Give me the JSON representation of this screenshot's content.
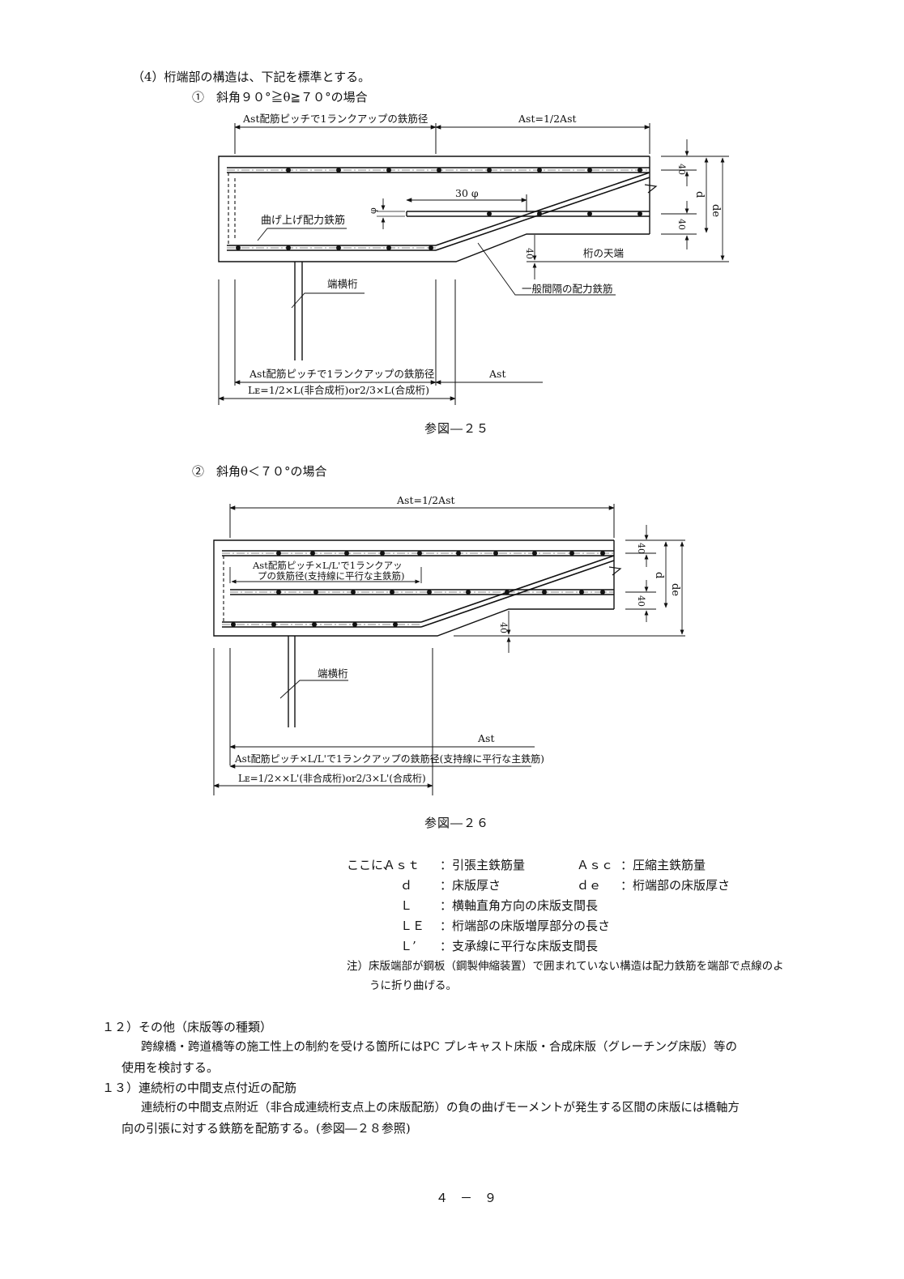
{
  "header": {
    "section": "（4）桁端部の構造は、下記を標準とする。",
    "case1": "①　斜角９０°≧θ≧７０°の場合",
    "case2": "②　斜角θ＜７０°の場合"
  },
  "fig25": {
    "caption": "参図―２５",
    "top_left_dim": "Ast配筋ピッチで1ランクアップの鉄筋径",
    "top_right_dim": "Ast=1/2Ast",
    "dim_30phi": "30 φ",
    "phi": "φ",
    "bent_label": "曲げ上げ配力鉄筋",
    "dim_40_a": "40",
    "dim_40_b": "40",
    "dim_40_c": "40",
    "d": "d",
    "de": "de",
    "girder_top": "桁の天端",
    "cross_beam": "端横桁",
    "general_bar": "一般間隔の配力鉄筋",
    "bottom_dim": "Ast配筋ピッチで1ランクアップの鉄筋径",
    "bottom_ast": "Ast",
    "le_dim": "Lᴇ=1/2×L(非合成桁)or2/3×L(合成桁)"
  },
  "fig26": {
    "caption": "参図―２６",
    "top_dim": "Ast=1/2Ast",
    "inner_label_1": "Ast配筋ピッチ×L/L'で1ランクアッ",
    "inner_label_2": "プの鉄筋径(支持線に平行な主鉄筋)",
    "dim_40_a": "40",
    "dim_40_b": "40",
    "dim_40_c": "40",
    "d": "d",
    "de": "de",
    "cross_beam": "端横桁",
    "bottom_ast": "Ast",
    "bottom_dim": "Ast配筋ピッチ×L/L'で1ランクアップの鉄筋径(支持線に平行な主鉄筋)",
    "le_dim": "Lᴇ=1/2××L'(非合成桁)or2/3×L'(合成桁)"
  },
  "legend": {
    "intro": "ここに、",
    "rows": [
      {
        "sym1": "Ａｓｔ",
        "desc1": "：引張主鉄筋量",
        "sym2": "Ａｓｃ",
        "desc2": "：圧縮主鉄筋量"
      },
      {
        "sym1": "ｄ",
        "desc1": "：床版厚さ",
        "sym2": "ｄｅ",
        "desc2": "：桁端部の床版厚さ"
      },
      {
        "sym1": "Ｌ",
        "desc1": "：横軸直角方向の床版支間長"
      },
      {
        "sym1": "ＬＥ",
        "desc1": "：桁端部の床版増厚部分の長さ"
      },
      {
        "sym1": "Ｌ’",
        "desc1": "：支承線に平行な床版支間長"
      }
    ],
    "note_1": "注）床版端部が鋼板（鋼製伸縮装置）で囲まれていない構造は配力鉄筋を端部で点線のよ",
    "note_2": "うに折り曲げる。"
  },
  "sec12": {
    "title": "１２）その他（床版等の種類）",
    "body_1": "跨線橋・跨道橋等の施工性上の制約を受ける箇所にはPC プレキャスト床版・合成床版（グレーチング床版）等の",
    "body_2": "使用を検討する。"
  },
  "sec13": {
    "title": "１３）連続桁の中間支点付近の配筋",
    "body_1": "連続桁の中間支点附近（非合成連続桁支点上の床版配筋）の負の曲げモーメントが発生する区間の床版には橋軸方",
    "body_2": "向の引張に対する鉄筋を配筋する。(参図―２８参照)"
  },
  "footer": {
    "page": "４　－　９"
  }
}
